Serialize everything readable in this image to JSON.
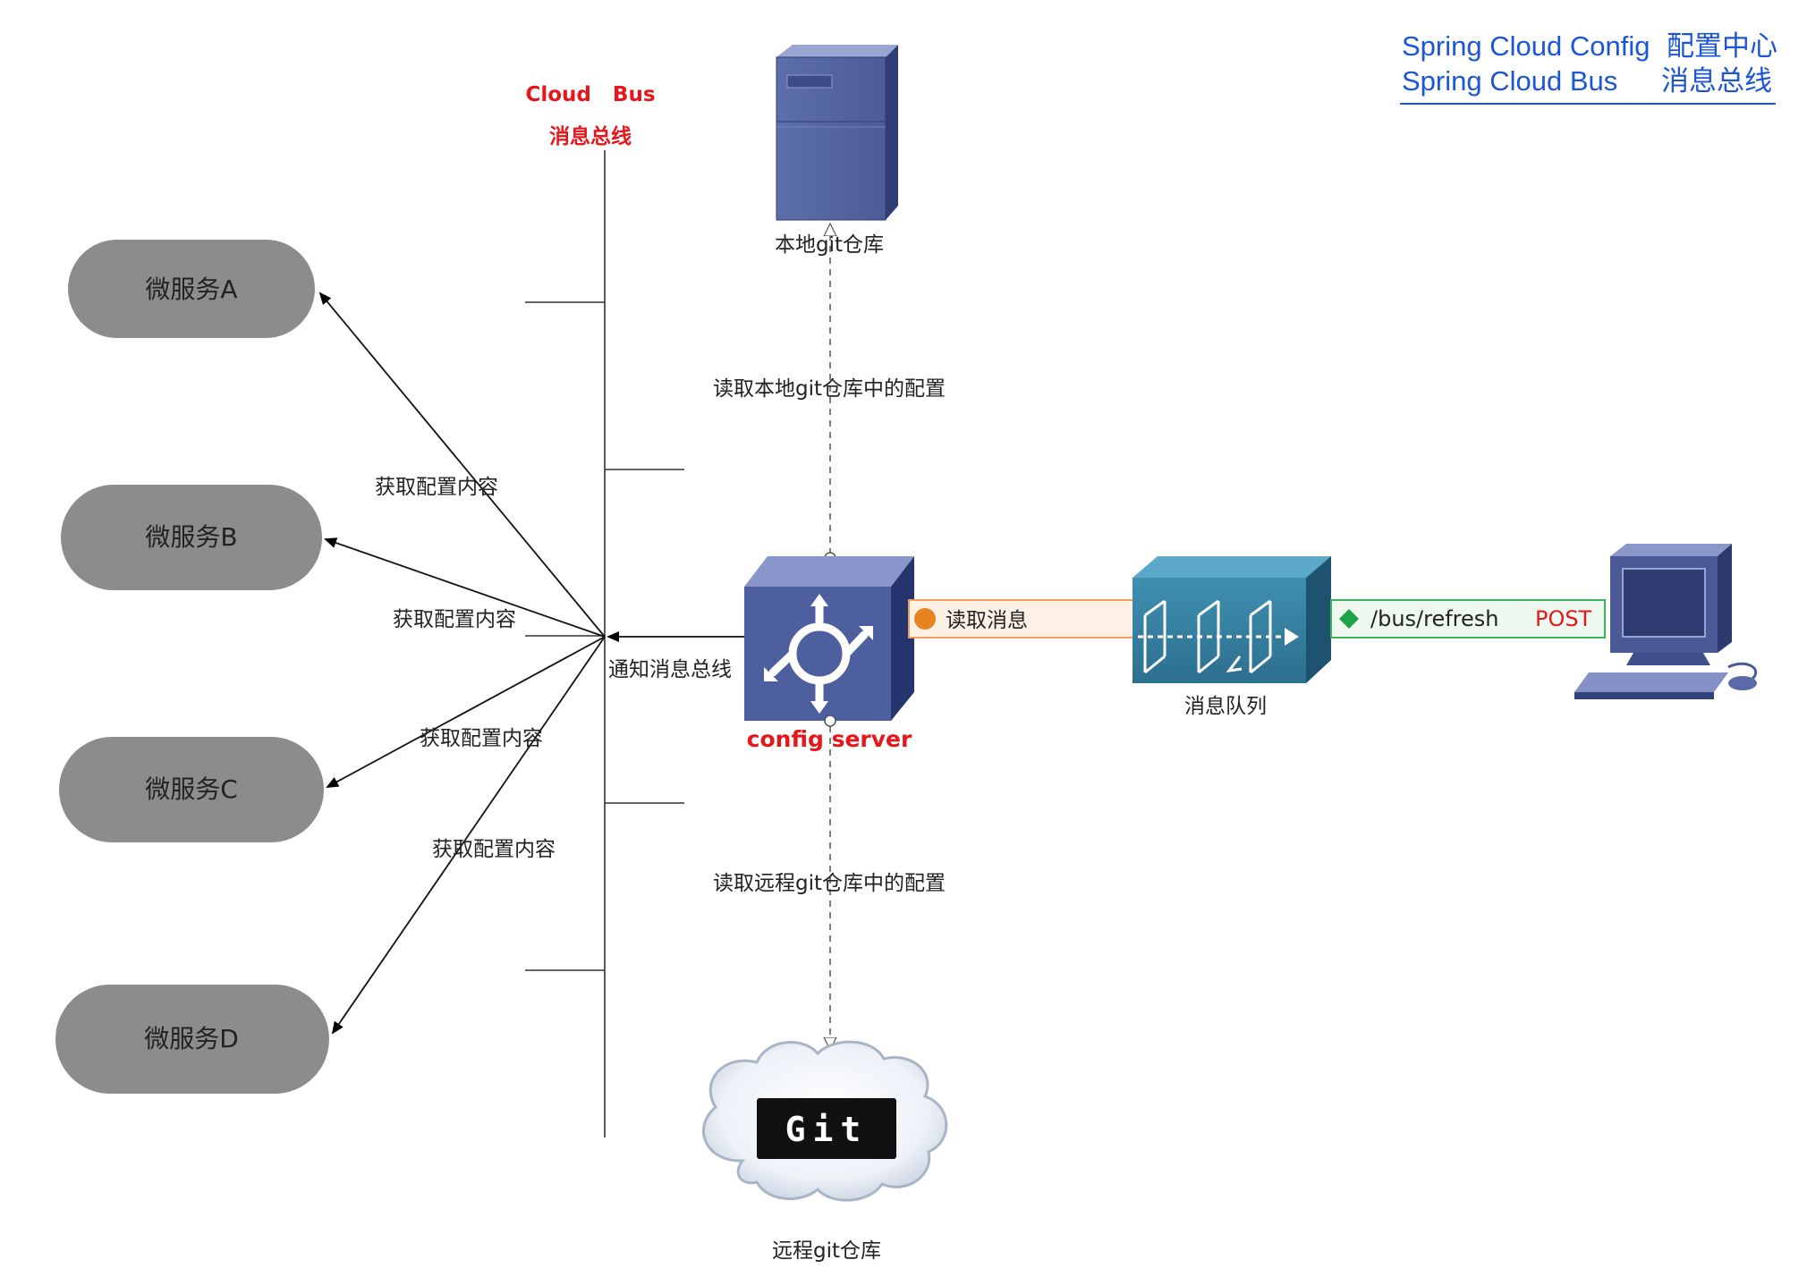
{
  "legend": {
    "line1_en": "Spring Cloud Config",
    "line1_cn": "配置中心",
    "line2_en": "Spring Cloud Bus",
    "line2_cn": "消息总线",
    "color": "#1a56d6"
  },
  "bus": {
    "title_en": "Cloud   Bus",
    "title_cn": "消息总线",
    "color": "#e8161b"
  },
  "services": [
    "微服务A",
    "微服务B",
    "微服务C",
    "微服务D"
  ],
  "fetch_label": "获取配置内容",
  "notify_label": "通知消息总线",
  "local_git": {
    "label": "本地git仓库",
    "read_label": "读取本地git仓库中的配置"
  },
  "remote_git": {
    "label": "远程git仓库",
    "logo": "Git",
    "read_label": "读取远程git仓库中的配置"
  },
  "config_server": {
    "label": "config server",
    "color": "#e8161b"
  },
  "read_message_label": "读取消息",
  "queue_label": "消息队列",
  "refresh": {
    "path": "/bus/refresh",
    "method": "POST",
    "method_color": "#e8161b"
  },
  "colors": {
    "service_fill": "#8c8c8c",
    "read_box_fill": "#fdf0e4",
    "read_box_stroke": "#f0a05a",
    "read_dot": "#e88420",
    "refresh_box_fill": "#eefaf0",
    "refresh_box_stroke": "#3bb55a",
    "refresh_diamond": "#1fa34a"
  },
  "icons": [
    "server-tower-icon",
    "switch-icon",
    "message-queue-icon",
    "computer-icon",
    "cloud-icon"
  ]
}
